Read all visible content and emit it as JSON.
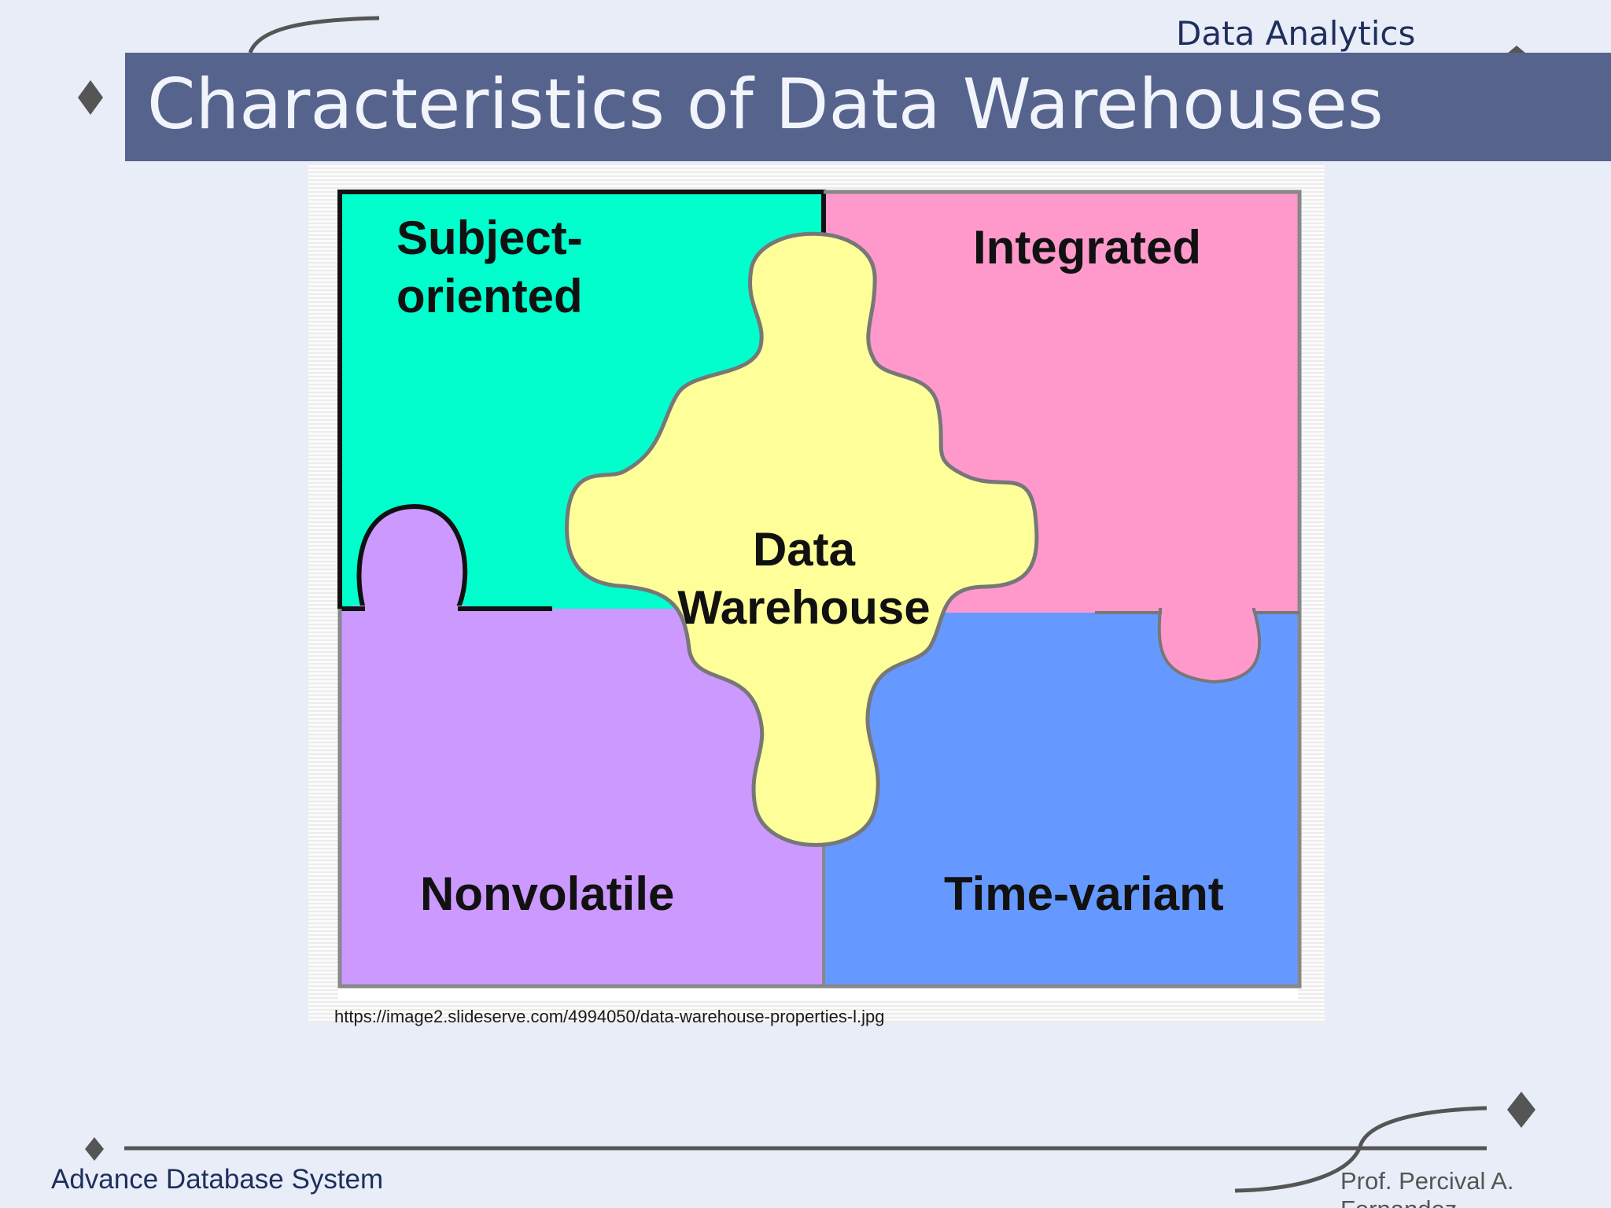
{
  "slide": {
    "header_label": "Data Analytics",
    "title": "Characteristics of Data Warehouses",
    "footer_left": "Advance Database System",
    "footer_right": "Prof. Percival A. Fernandez"
  },
  "diagram": {
    "center": "Data Warehouse",
    "pieces": [
      {
        "id": "subject-oriented",
        "label": "Subject-\noriented",
        "color": "#00ffcc"
      },
      {
        "id": "integrated",
        "label": "Integrated",
        "color": "#ff99cc"
      },
      {
        "id": "nonvolatile",
        "label": "Nonvolatile",
        "color": "#cc99ff"
      },
      {
        "id": "time-variant",
        "label": "Time-variant",
        "color": "#6699ff"
      }
    ],
    "center_color": "#ffff99",
    "source": "https://image2.slideserve.com/4994050/data-warehouse-properties-l.jpg"
  },
  "colors": {
    "background": "#e8edf8",
    "title_bar": "#56638d",
    "accent_dark": "#555555",
    "text_navy": "#1f2f5c"
  }
}
